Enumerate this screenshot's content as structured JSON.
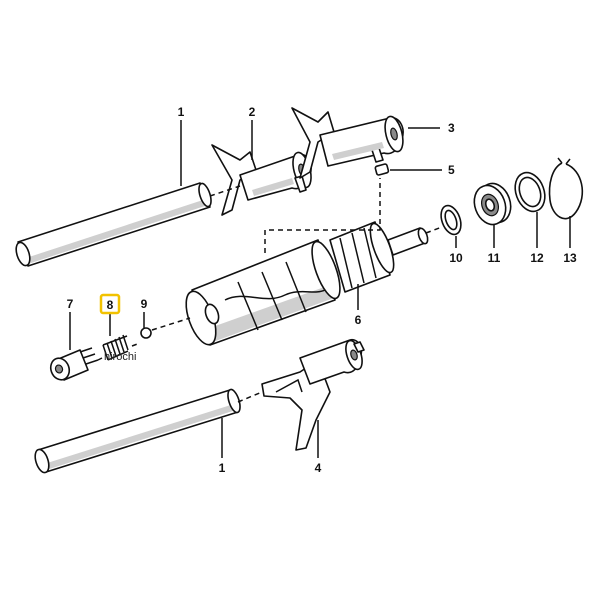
{
  "diagram": {
    "callouts": [
      {
        "id": "1a",
        "label": "1"
      },
      {
        "id": "2",
        "label": "2"
      },
      {
        "id": "3",
        "label": "3"
      },
      {
        "id": "5",
        "label": "5"
      },
      {
        "id": "6",
        "label": "6"
      },
      {
        "id": "7",
        "label": "7"
      },
      {
        "id": "8",
        "label": "8"
      },
      {
        "id": "9",
        "label": "9"
      },
      {
        "id": "10",
        "label": "10"
      },
      {
        "id": "11",
        "label": "11"
      },
      {
        "id": "12",
        "label": "12"
      },
      {
        "id": "13",
        "label": "13"
      },
      {
        "id": "1b",
        "label": "1"
      },
      {
        "id": "4",
        "label": "4"
      }
    ],
    "highlight_color": "#f2c200",
    "watermark": "hirochi"
  }
}
